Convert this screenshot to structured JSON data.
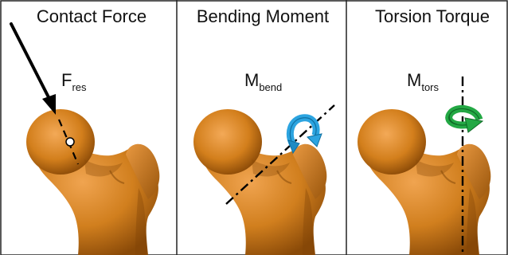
{
  "colors": {
    "bone": "#D17F1E",
    "bone_highlight": "#F0A450",
    "bone_shadow": "#7E4306",
    "bending_arrow": "#2CA4E0",
    "torsion_arrow": "#23A844",
    "axis_line": "#000000"
  },
  "panels": [
    {
      "title": "Contact Force",
      "symbol": "F",
      "subscript": "res",
      "icons": [
        "force-arrow-icon",
        "contact-point-icon"
      ]
    },
    {
      "title": "Bending Moment",
      "symbol": "M",
      "subscript": "bend",
      "icons": [
        "bending-rotation-arrow-icon"
      ]
    },
    {
      "title": "Torsion Torque",
      "symbol": "M",
      "subscript": "tors",
      "icons": [
        "torsion-rotation-arrow-icon"
      ]
    }
  ]
}
